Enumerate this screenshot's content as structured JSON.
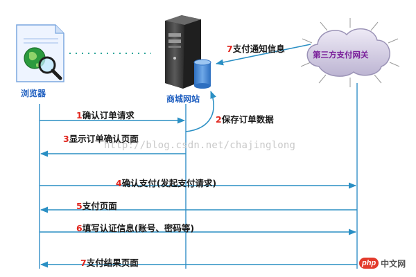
{
  "actors": {
    "browser": "浏览器",
    "server": "商城网站",
    "gateway": "第三方支付网关"
  },
  "steps": [
    {
      "num": "1",
      "text": "确认订单请求"
    },
    {
      "num": "2",
      "text": "保存订单数据"
    },
    {
      "num": "3",
      "text": "显示订单确认页面"
    },
    {
      "num": "4",
      "text": "确认支付(发起支付请求)"
    },
    {
      "num": "5",
      "text": "支付页面"
    },
    {
      "num": "6",
      "text": "填写认证信息(账号、密码等)"
    },
    {
      "num": "7",
      "text": "支付结果页面"
    },
    {
      "num": "7",
      "text": "支付通知信息"
    }
  ],
  "watermark": "http://blog.csdn.net/chajinglong",
  "brand": {
    "badge": "php",
    "text": "中文网"
  },
  "colors": {
    "lifeline": "#6fb0d8",
    "arrow": "#2a8fc4",
    "step_number": "#e0241c",
    "browser_label": "#1f5fc0",
    "gateway_label": "#7a1f9a"
  },
  "icons": [
    "document-globe-icon",
    "magnifier-icon",
    "server-tower-icon",
    "database-cylinder-icon",
    "cloud-icon"
  ]
}
